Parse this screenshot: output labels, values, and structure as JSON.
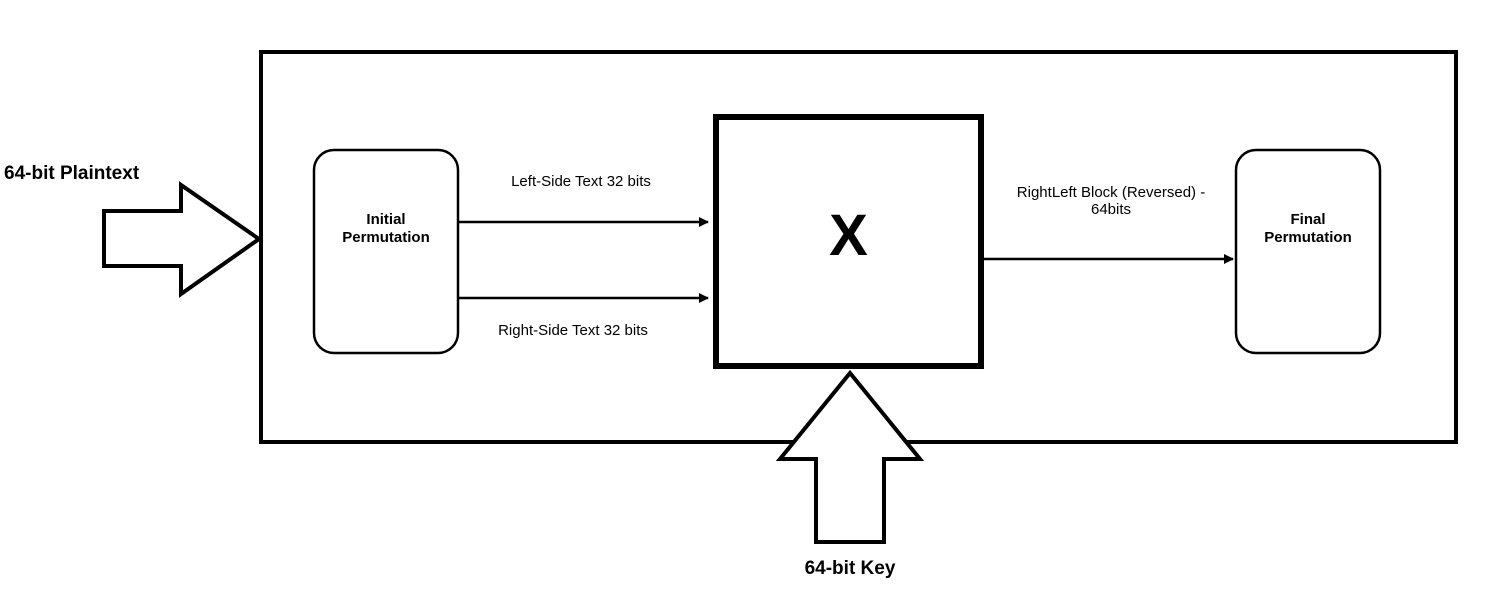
{
  "input": {
    "plaintext_label": "64-bit Plaintext",
    "key_label": "64-bit Key"
  },
  "blocks": {
    "initial_permutation": "Initial\nPermutation",
    "process": "X",
    "final_permutation": "Final\nPermutation"
  },
  "edges": {
    "left_text": "Left-Side Text 32 bits",
    "right_text": "Right-Side Text 32 bits",
    "output_block": "RightLeft Block (Reversed) -\n64bits"
  },
  "colors": {
    "stroke": "#000000",
    "background": "#ffffff"
  }
}
